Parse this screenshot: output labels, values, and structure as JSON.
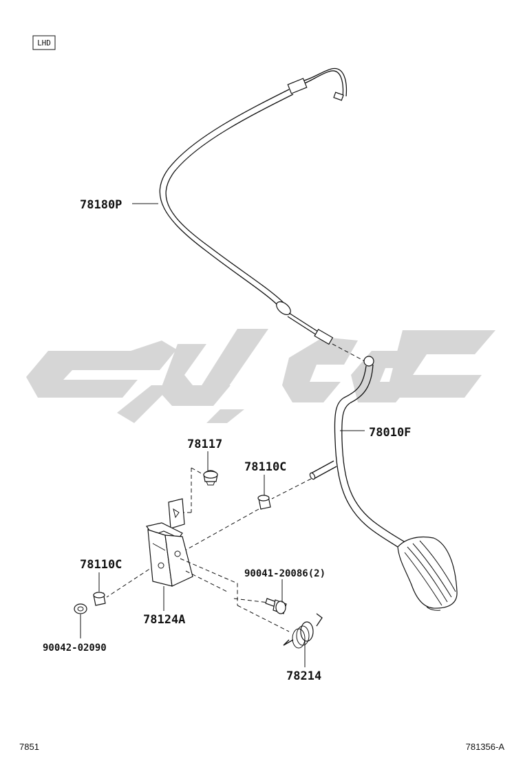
{
  "badge": "LHD",
  "labels": {
    "cable": "78180P",
    "pedal_arm": "78010F",
    "stopper": "78117",
    "bushing_top": "78110C",
    "bushing_left": "78110C",
    "bolt": "90041-20086(2)",
    "bracket": "78124A",
    "washer": "90042-02090",
    "spring": "78214"
  },
  "footer": {
    "left": "7851",
    "right": "781356-A"
  },
  "colors": {
    "line": "#111111",
    "watermark": "#cfcfcf"
  }
}
